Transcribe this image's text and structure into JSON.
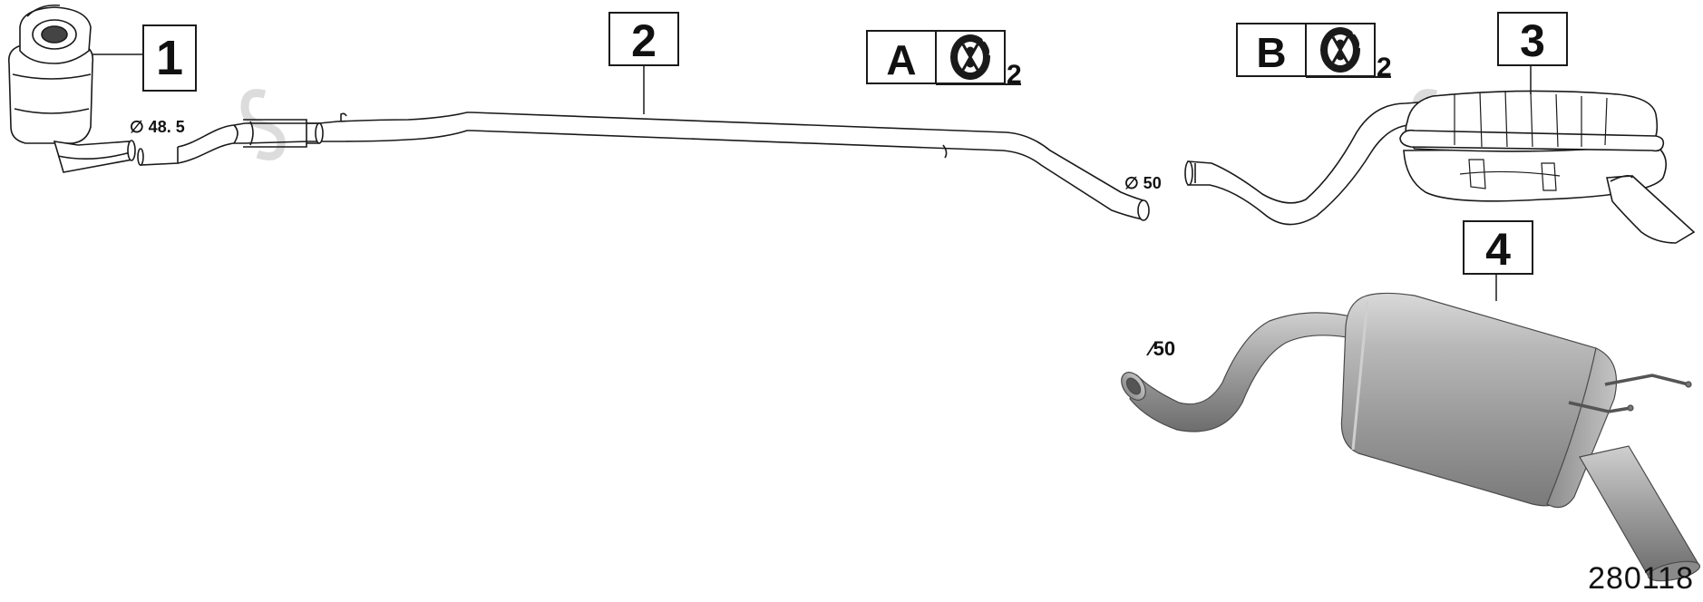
{
  "parts": [
    {
      "id": "1",
      "label": "1"
    },
    {
      "id": "2",
      "label": "2"
    },
    {
      "id": "3",
      "label": "3"
    },
    {
      "id": "4",
      "label": "4"
    }
  ],
  "mountings": [
    {
      "letter": "A",
      "qty": "2",
      "icon": "rubber-hanger-icon"
    },
    {
      "letter": "B",
      "qty": "2",
      "icon": "rubber-hanger-icon"
    }
  ],
  "dimensions": {
    "front": "∅ 48. 5",
    "mid": "∅ 50",
    "rear": "∕50"
  },
  "reference": "280118",
  "colors": {
    "line": "#1a1a1a",
    "steel": "#b5b5b5",
    "watermark": "#d6d6d6"
  }
}
